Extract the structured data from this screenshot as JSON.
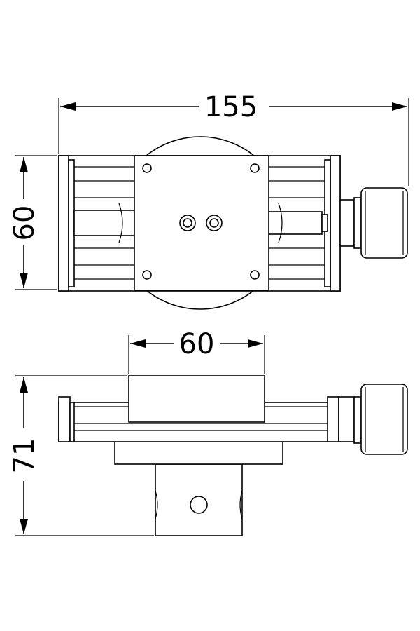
{
  "dimensions": {
    "overall_length": "155",
    "top_height": "60",
    "top_width_side": "60",
    "side_height": "71"
  },
  "colors": {
    "line": "#000000",
    "background": "#ffffff"
  }
}
